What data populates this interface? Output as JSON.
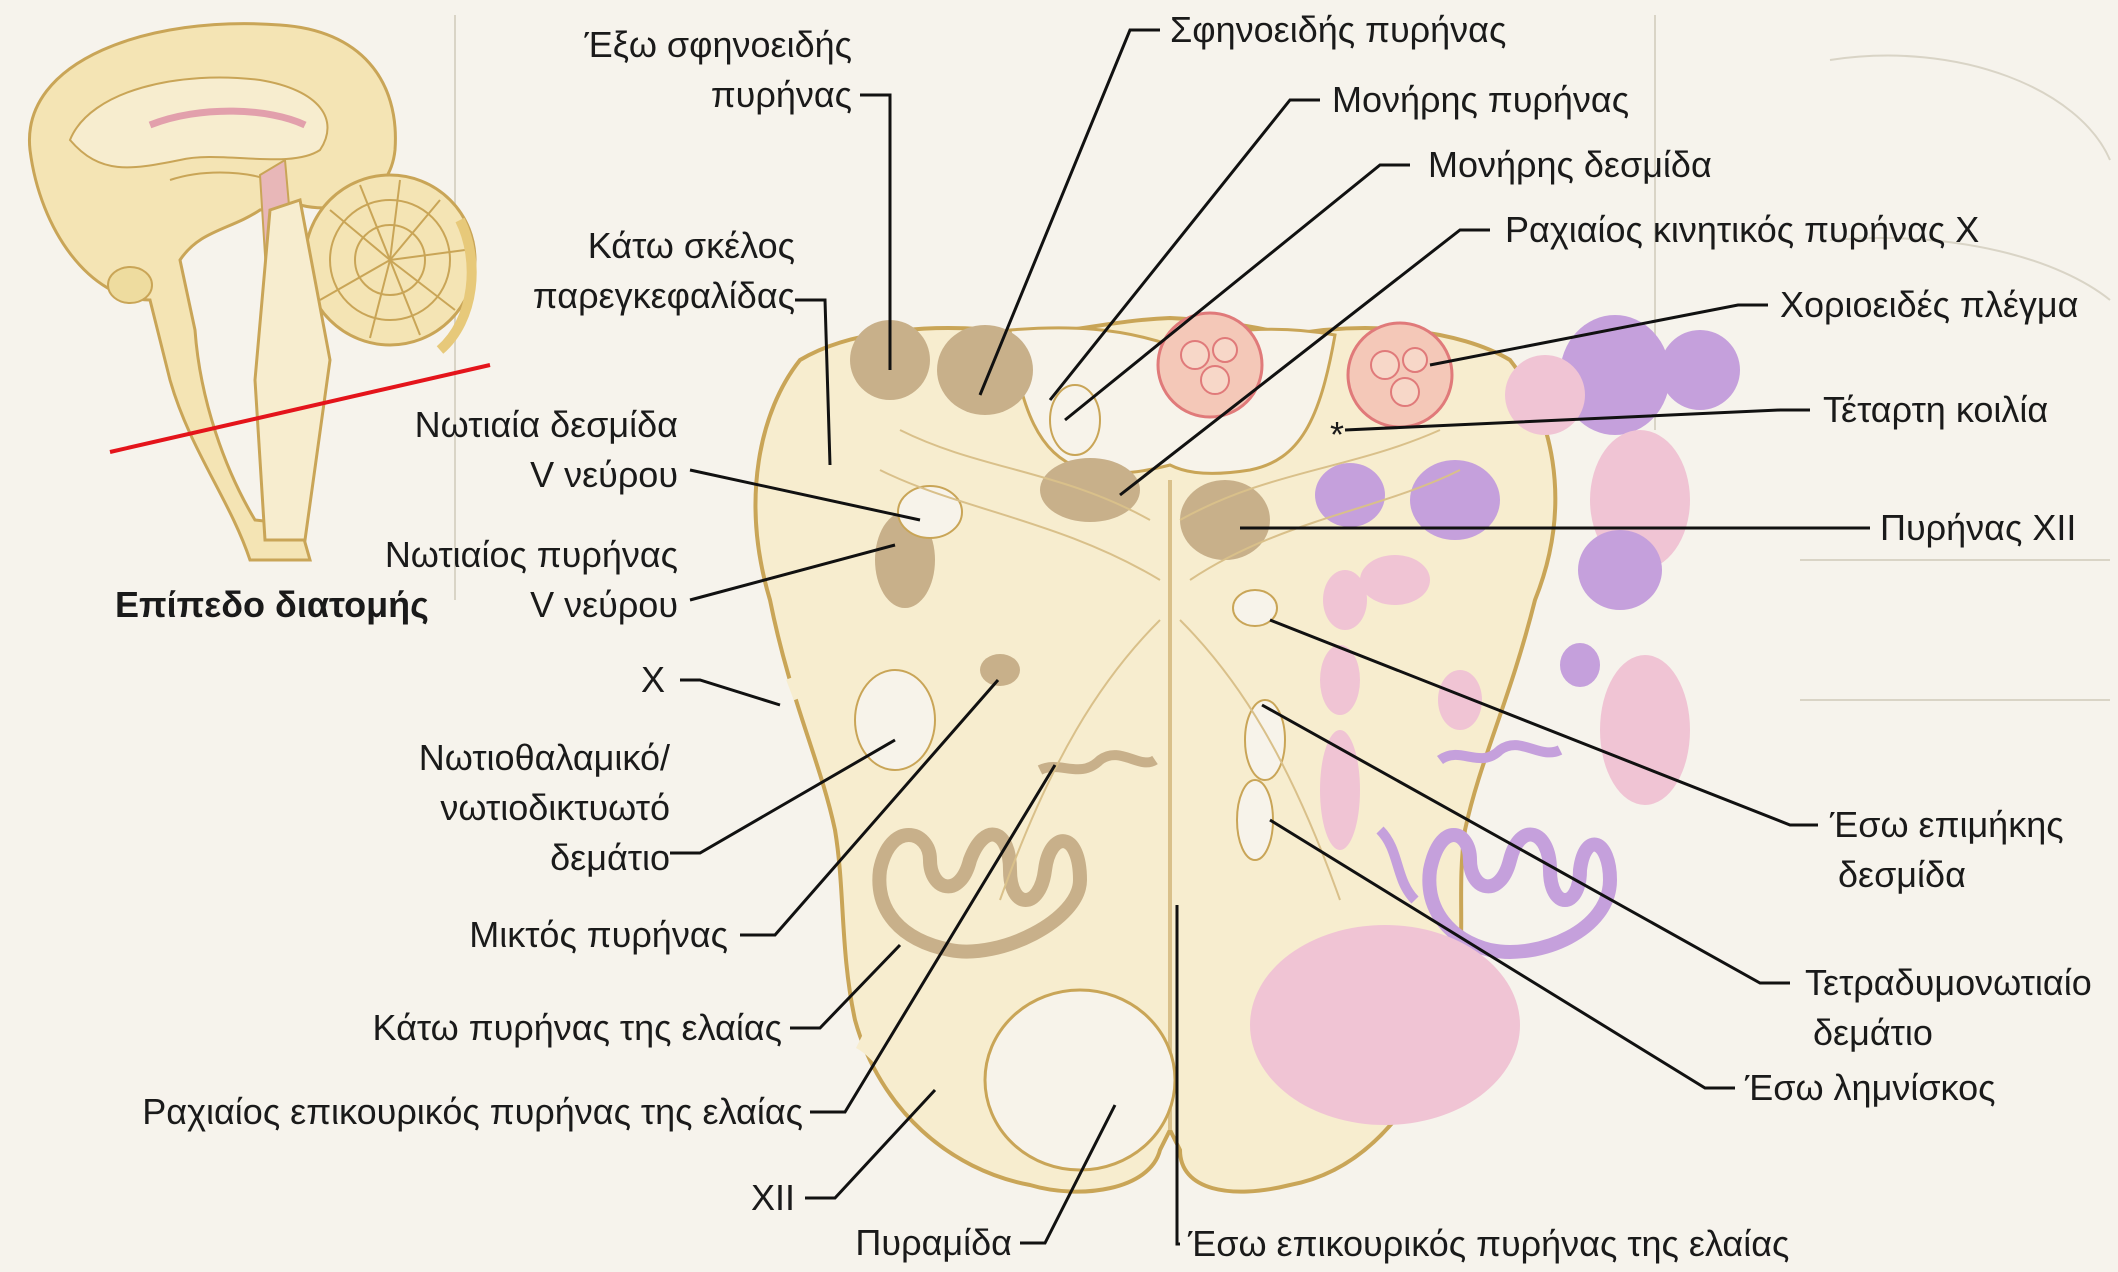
{
  "inset": {
    "caption": "Επίπεδο διατομής"
  },
  "labels": {
    "exo_sfinoeidis_1": "Έξω σφηνοειδής",
    "exo_sfinoeidis_2": "πυρήνας",
    "sfinoeidis": "Σφηνοειδής πυρήνας",
    "monirhs_pyrinas": "Μονήρης πυρήνας",
    "monirhs_desmida": "Μονήρης δεσμίδα",
    "kato_skelos_1": "Κάτω σκέλος",
    "kato_skelos_2": "παρεγκεφαλίδας",
    "rachiaios_kinitikos": "Ραχιαίος κινητικός πυρήνας X",
    "chorioeides": "Χοριοειδές πλέγμα",
    "tetarti_koilia": "Τέταρτη κοιλία",
    "notiaia_desmida_1": "Νωτιαία δεσμίδα",
    "notiaia_desmida_2": "V νεύρου",
    "notiaios_pyrinas_1": "Νωτιαίος πυρήνας",
    "notiaios_pyrinas_2": "V νεύρου",
    "pyrinas_xii": "Πυρήνας XII",
    "x_nerve": "X",
    "notiothalamiko_1": "Νωτιοθαλαμικό/",
    "notiothalamiko_2": "νωτιοδικτυωτό",
    "notiothalamiko_3": "δεμάτιο",
    "eso_epimikis_1": "Έσω επιμήκης",
    "eso_epimikis_2": "δεσμίδα",
    "miktos": "Μικτός πυρήνας",
    "tetradymonotiaio_1": "Τετραδυμονωτιαίο",
    "tetradymonotiaio_2": "δεμάτιο",
    "kato_pyrinas_elaias": "Κάτω πυρήνας της ελαίας",
    "eso_limniskos": "Έσω λημνίσκος",
    "rachiaios_epikourikos": "Ραχιαίος επικουρικός πυρήνας της ελαίας",
    "xii_nerve": "XII",
    "pyramida": "Πυραμίδα",
    "eso_epikourikos": "Έσω επικουρικός πυρήνας της ελαίας"
  },
  "colors": {
    "tissue": "#f7edcf",
    "outline": "#c9a557",
    "nucleus": "#c8b08a",
    "pink": "#f0c4d4",
    "purple": "#c5a0dc",
    "choroid": "#e88d8d",
    "background": "#f6f3ec"
  }
}
